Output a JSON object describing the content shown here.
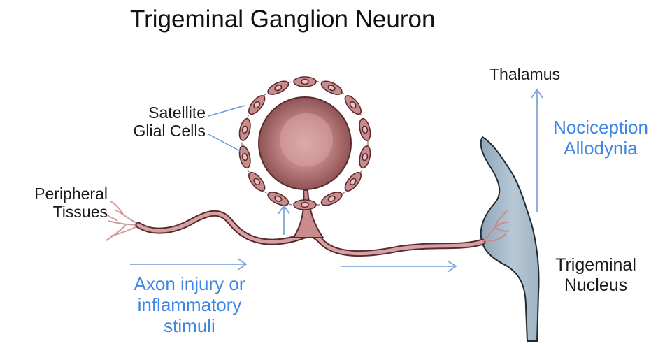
{
  "title": "Trigeminal Ganglion Neuron",
  "labels": {
    "satellite_line1": "Satellite",
    "satellite_line2": "Glial Cells",
    "peripheral_line1": "Peripheral",
    "peripheral_line2": "Tissues",
    "thalamus": "Thalamus",
    "trigeminal_line1": "Trigeminal",
    "trigeminal_line2": "Nucleus"
  },
  "annotations": {
    "stimuli_line1": "Axon injury or",
    "stimuli_line2": "inflammatory",
    "stimuli_line3": "stimuli",
    "outcome_line1": "Nociception",
    "outcome_line2": "Allodynia"
  },
  "colors": {
    "annotation_blue": "#3d85e6",
    "arrow_blue": "#7fa7d9",
    "neuron_fill": "#c9898c",
    "neuron_stroke": "#5a2b2e",
    "nucleus_fill": "#a8bccb",
    "nucleus_stroke": "#1f2a33"
  }
}
